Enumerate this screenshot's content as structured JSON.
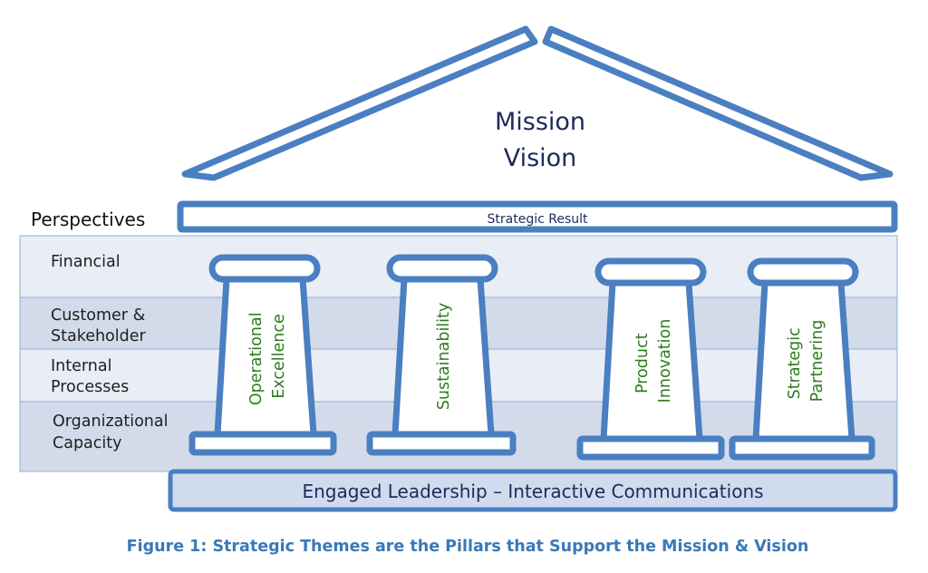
{
  "roof": {
    "line1": "Mission",
    "line2": "Vision"
  },
  "perspectives": {
    "heading": "Perspectives",
    "rows": [
      {
        "lines": [
          "Financial"
        ]
      },
      {
        "lines": [
          "Customer &",
          "Stakeholder"
        ]
      },
      {
        "lines": [
          "Internal",
          "Processes"
        ]
      },
      {
        "lines": [
          "Organizational",
          "Capacity"
        ]
      }
    ]
  },
  "beam": {
    "label": "Strategic Result"
  },
  "pillars": [
    {
      "lines": [
        "Operational",
        "Excellence"
      ]
    },
    {
      "lines": [
        "Sustainability"
      ]
    },
    {
      "lines": [
        "Product",
        "Innovation"
      ]
    },
    {
      "lines": [
        "Strategic",
        "Partnering"
      ]
    }
  ],
  "foundation": {
    "label": "Engaged Leadership – Interactive Communications"
  },
  "caption": "Figure 1: Strategic Themes are the Pillars that Support the Mission & Vision",
  "colors": {
    "outline": "#4a7fc1",
    "band_light": "#e9edf5",
    "band_dark": "#d3dbea",
    "foundation_fill": "#d0dbee",
    "pillar_text": "#2e7d1e",
    "title_text": "#1e2a5a",
    "caption_text": "#3a79b6"
  }
}
